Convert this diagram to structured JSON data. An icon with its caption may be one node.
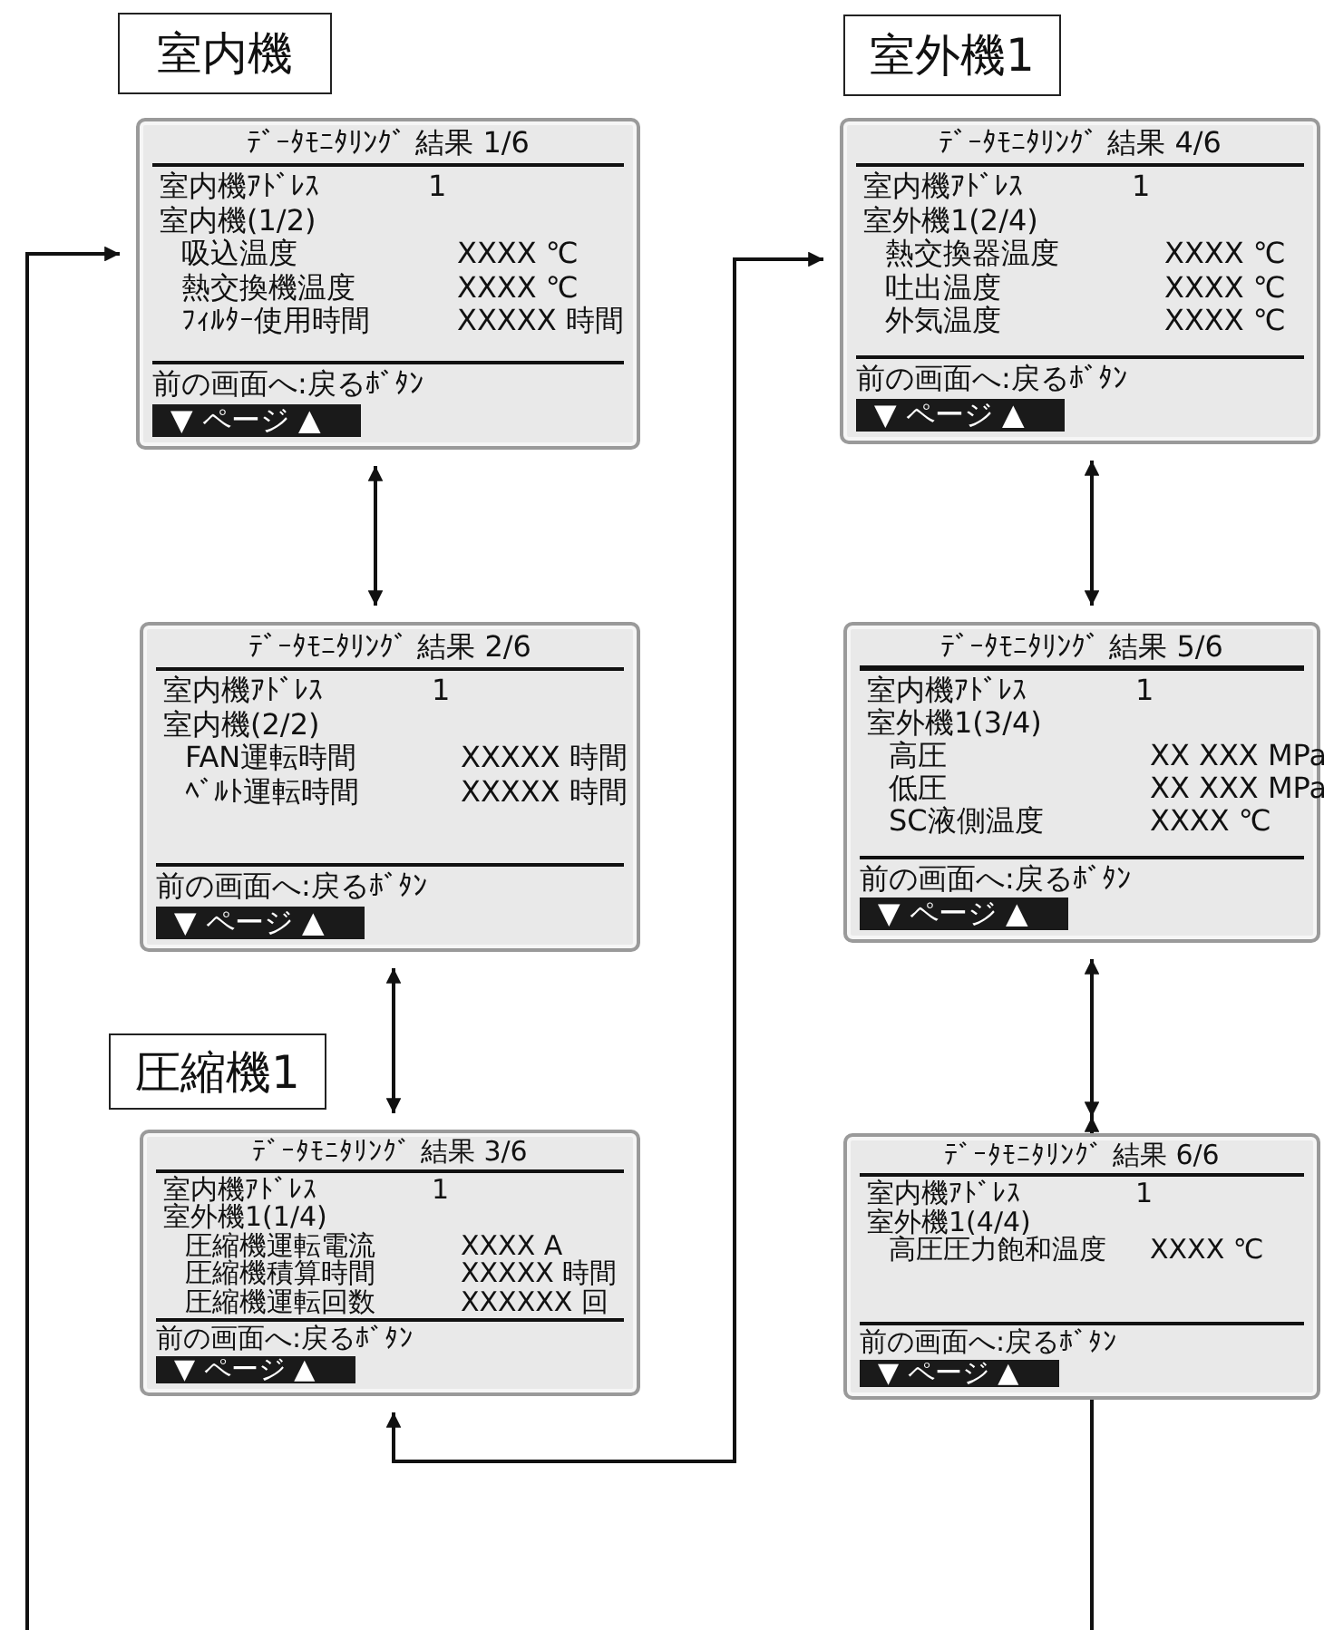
{
  "diagram": {
    "nodes": [
      {
        "text": [
          "室内機"
        ]
      },
      {
        "text": [
          "ﾃﾞｰﾀﾓﾆﾀﾘﾝｸﾞ 結果 1/6",
          "室内機ｱﾄﾞﾚｽ",
          "1",
          "室内機(1/2)",
          "吸込温度",
          "XXXX ℃",
          "熱交換機温度",
          "XXXX ℃",
          "ﾌｨﾙﾀｰ使用時間",
          "XXXXX 時間",
          "前の画面へ:戻るﾎﾞﾀﾝ",
          "▼ ページ ▲"
        ]
      },
      {
        "text": [
          "ﾃﾞｰﾀﾓﾆﾀﾘﾝｸﾞ 結果 2/6",
          "室内機ｱﾄﾞﾚｽ",
          "1",
          "室内機(2/2)",
          "FAN運転時間",
          "XXXXX 時間",
          "ﾍﾞﾙﾄ運転時間",
          "XXXXX 時間",
          "前の画面へ:戻るﾎﾞﾀﾝ",
          "▼ ページ ▲"
        ]
      },
      {
        "text": [
          "圧縮機1"
        ]
      },
      {
        "text": [
          "ﾃﾞｰﾀﾓﾆﾀﾘﾝｸﾞ 結果 3/6",
          "室内機ｱﾄﾞﾚｽ",
          "1",
          "室外機1(1/4)",
          "圧縮機運転電流",
          "XXXX A",
          "圧縮機積算時間",
          "XXXXX 時間",
          "圧縮機運転回数",
          "XXXXXX 回",
          "前の画面へ:戻るﾎﾞﾀﾝ",
          "▼ ページ ▲"
        ]
      },
      {
        "text": [
          "室外機1"
        ]
      },
      {
        "text": [
          "ﾃﾞｰﾀﾓﾆﾀﾘﾝｸﾞ 結果 4/6",
          "室内機ｱﾄﾞﾚｽ",
          "1",
          "室外機1(2/4)",
          "熱交換器温度",
          "XXXX ℃",
          "吐出温度",
          "XXXX ℃",
          "外気温度",
          "XXXX ℃",
          "前の画面へ:戻るﾎﾞﾀﾝ",
          "▼ ページ ▲"
        ]
      },
      {
        "text": [
          "ﾃﾞｰﾀﾓﾆﾀﾘﾝｸﾞ 結果 5/6",
          "室内機ｱﾄﾞﾚｽ",
          "1",
          "室外機1(3/4)",
          "高圧",
          "XX XXX MPa",
          "低圧",
          "XX XXX MPa",
          "SC液側温度",
          "XXXX ℃",
          "前の画面へ:戻るﾎﾞﾀﾝ",
          "▼ ページ ▲"
        ]
      },
      {
        "text": [
          "ﾃﾞｰﾀﾓﾆﾀﾘﾝｸﾞ 結果 6/6",
          "室内機ｱﾄﾞﾚｽ",
          "1",
          "室外機1(4/4)",
          "高圧圧力飽和温度",
          "XXXX ℃",
          "前の画面へ:戻るﾎﾞﾀﾝ",
          "▼ ページ ▲"
        ]
      }
    ],
    "edges": [
      {
        "from": 1,
        "to": 2,
        "arrow": "both"
      },
      {
        "from": 2,
        "to": 4,
        "arrow": "both"
      },
      {
        "from": 4,
        "to": 6,
        "arrow": "both"
      },
      {
        "from": 6,
        "to": 7,
        "arrow": "both"
      },
      {
        "from": 7,
        "to": 8,
        "arrow": "both"
      },
      {
        "from": null,
        "to": 1,
        "arrow": "to"
      },
      {
        "from": null,
        "to": 8,
        "arrow": "to"
      }
    ]
  }
}
